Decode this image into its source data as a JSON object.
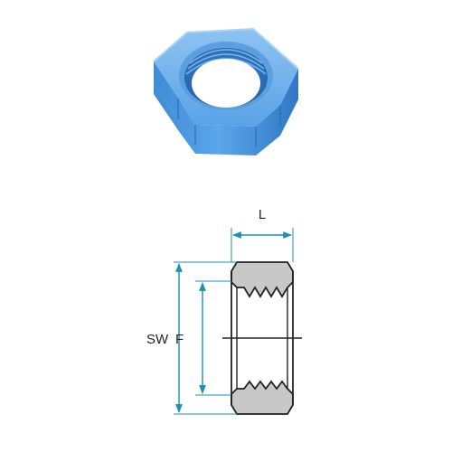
{
  "labels": {
    "length": "L",
    "sw": "SW",
    "f": "F"
  },
  "colors": {
    "nut_body": "#4d9ae0",
    "nut_dark": "#2f7ac8",
    "nut_light": "#8cc0f0",
    "dimension": "#1a8fb8",
    "section_fill": "#c8c8c8",
    "outline": "#222222"
  }
}
